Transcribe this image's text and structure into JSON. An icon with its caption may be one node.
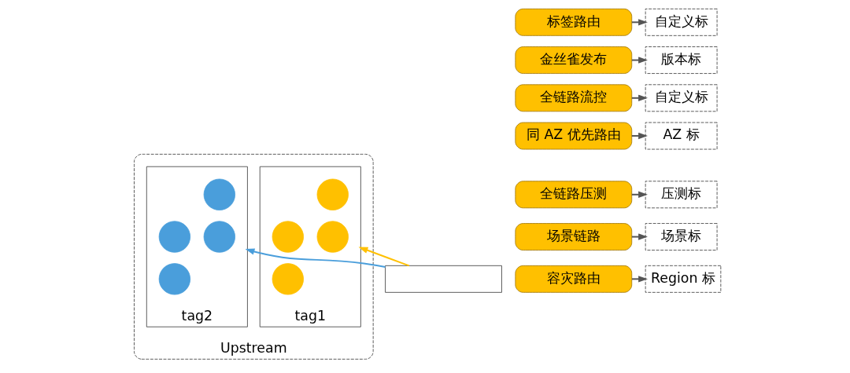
{
  "diagram": {
    "nodes": [
      {
        "text": [
          "Upstream"
        ]
      },
      {
        "text": [
          "tag1"
        ],
        "in": 0
      },
      {
        "text": [],
        "shape": "circle",
        "in": 1
      },
      {
        "text": [],
        "shape": "circle",
        "in": 1
      },
      {
        "text": [],
        "shape": "circle",
        "in": 1
      },
      {
        "text": [],
        "shape": "circle",
        "in": 1
      },
      {
        "text": [
          "tag2"
        ],
        "in": 0
      },
      {
        "text": [],
        "shape": "circle",
        "in": 6
      },
      {
        "text": [],
        "shape": "circle",
        "in": 6
      },
      {
        "text": [],
        "shape": "circle",
        "in": 6
      },
      {
        "text": [],
        "shape": "circle",
        "in": 6
      },
      {
        "text": [],
        "shape": "box"
      },
      {
        "text": [
          "标签路由"
        ]
      },
      {
        "text": [
          "金丝雀发布"
        ]
      },
      {
        "text": [
          "全链路流控"
        ]
      },
      {
        "text": [
          "同 AZ 优先路由"
        ]
      },
      {
        "text": [
          "全链路压测"
        ]
      },
      {
        "text": [
          "场景链路"
        ]
      },
      {
        "text": [
          "容灾路由"
        ]
      },
      {
        "text": [
          "自定义标"
        ]
      },
      {
        "text": [
          "版本标"
        ]
      },
      {
        "text": [
          "自定义标"
        ]
      },
      {
        "text": [
          "AZ 标"
        ]
      },
      {
        "text": [
          "压测标"
        ]
      },
      {
        "text": [
          "场景标"
        ]
      },
      {
        "text": [
          "Region 标"
        ]
      }
    ],
    "edges": [
      {
        "from": 11,
        "to": 1,
        "arrow": "to",
        "color": "#ffc000"
      },
      {
        "from": 11,
        "to": 6,
        "arrow": "to",
        "color": "#4a9edb"
      },
      {
        "from": 12,
        "to": 19,
        "arrow": "to"
      },
      {
        "from": 13,
        "to": 20,
        "arrow": "to"
      },
      {
        "from": 14,
        "to": 21,
        "arrow": "to"
      },
      {
        "from": 15,
        "to": 22,
        "arrow": "to"
      },
      {
        "from": 16,
        "to": 23,
        "arrow": "to"
      },
      {
        "from": 17,
        "to": 24,
        "arrow": "to"
      },
      {
        "from": 18,
        "to": 25,
        "arrow": "to"
      }
    ]
  }
}
